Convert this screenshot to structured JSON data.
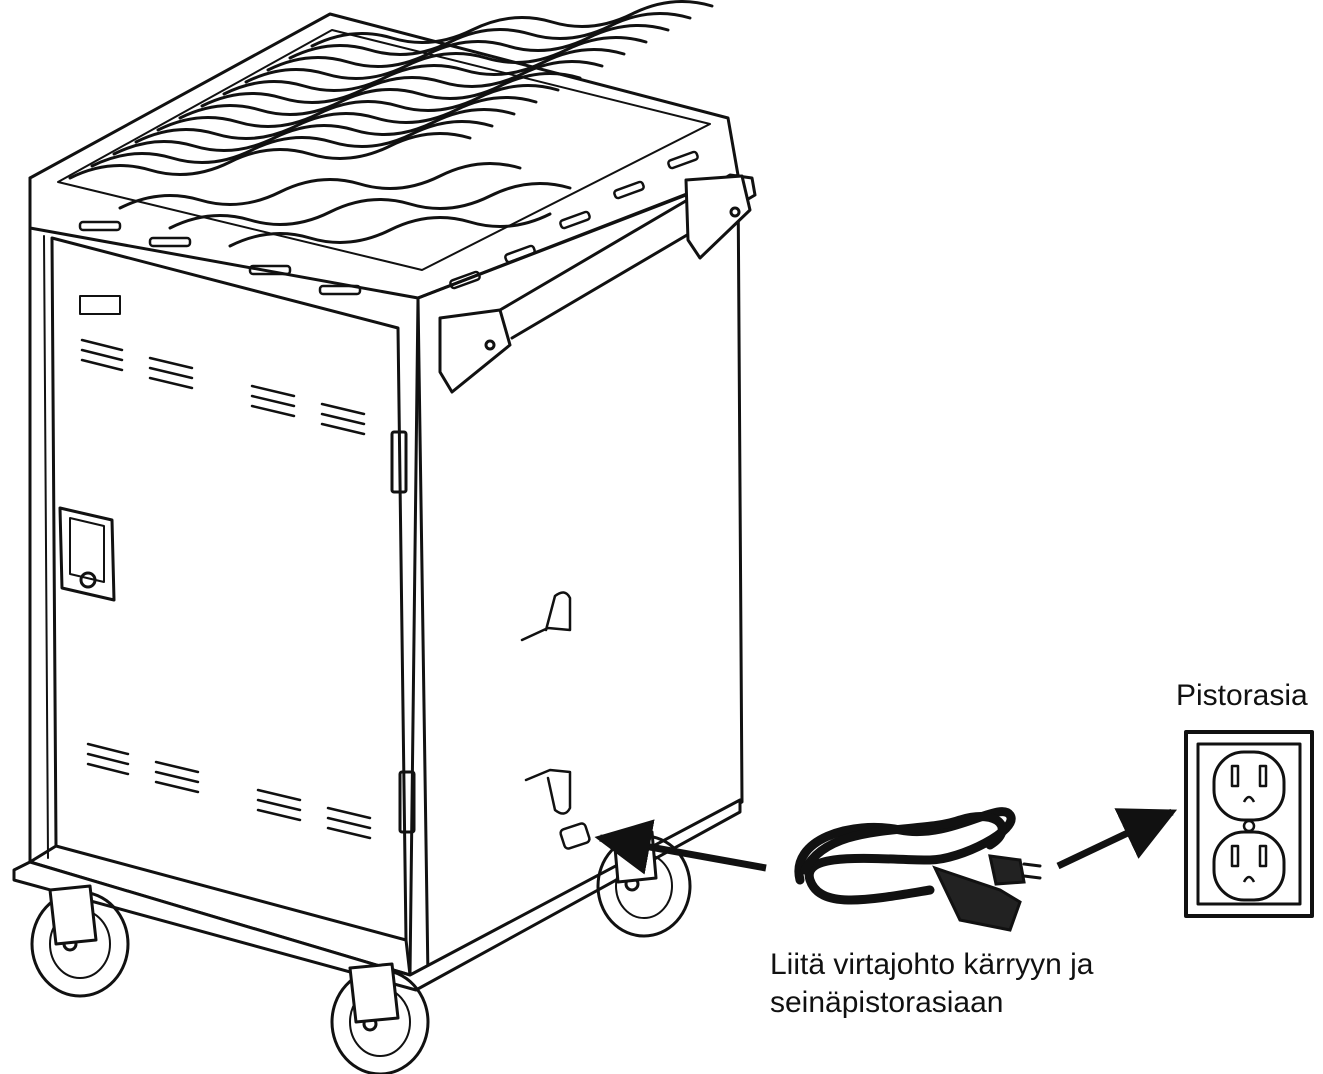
{
  "labels": {
    "outlet": "Pistorasia",
    "caption_line1": "Liitä virtajohto kärryyn ja",
    "caption_line2": "seinäpistorasiaan"
  },
  "colors": {
    "ink": "#111111",
    "paper": "#ffffff"
  },
  "icons": [
    "charging-cart-icon",
    "power-cord-icon",
    "wall-outlet-icon",
    "arrow-icon"
  ]
}
